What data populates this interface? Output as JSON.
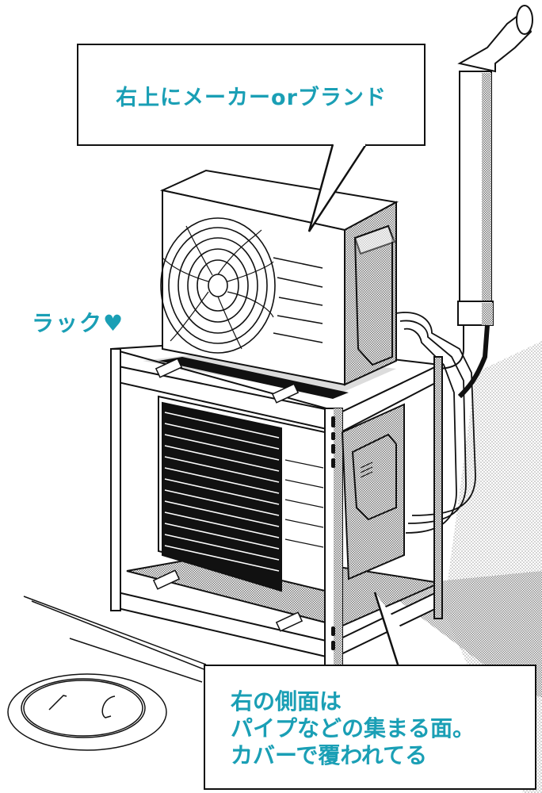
{
  "illustration": {
    "subject": "outdoor air-conditioner unit on a two-tier rack with pipe duct",
    "colors": {
      "annotation_text": "#1a9fb5",
      "line": "#111111",
      "screentone": "#9a9a9a",
      "paper": "#ffffff"
    }
  },
  "annotations": {
    "top_bubble": {
      "text": "右上にメーカーorブランド"
    },
    "rack_label": {
      "text": "ラック",
      "icon": "heart-icon",
      "icon_glyph": "♥"
    },
    "bottom_bubble": {
      "lines": [
        "右の側面は",
        "パイプなどの集まる面。",
        "カバーで覆われてる"
      ]
    }
  }
}
